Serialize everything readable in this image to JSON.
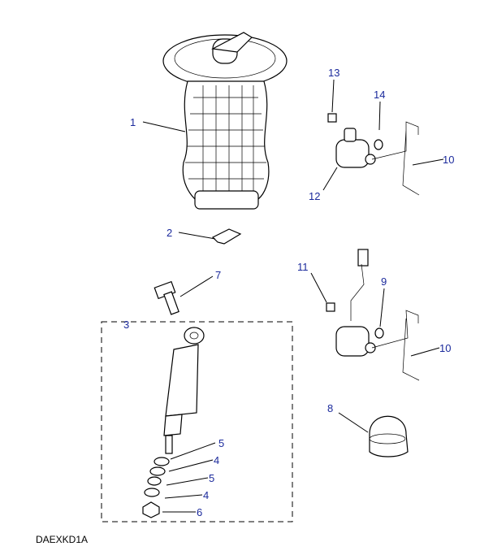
{
  "diagram_code": "DAEXKD1A",
  "callouts": [
    {
      "id": "1",
      "label": "1"
    },
    {
      "id": "13",
      "label": "13"
    },
    {
      "id": "14",
      "label": "14"
    },
    {
      "id": "10a",
      "label": "10"
    },
    {
      "id": "12",
      "label": "12"
    },
    {
      "id": "2",
      "label": "2"
    },
    {
      "id": "7",
      "label": "7"
    },
    {
      "id": "11",
      "label": "11"
    },
    {
      "id": "9",
      "label": "9"
    },
    {
      "id": "3",
      "label": "3"
    },
    {
      "id": "10b",
      "label": "10"
    },
    {
      "id": "8",
      "label": "8"
    },
    {
      "id": "5a",
      "label": "5"
    },
    {
      "id": "4a",
      "label": "4"
    },
    {
      "id": "5b",
      "label": "5"
    },
    {
      "id": "4b",
      "label": "4"
    },
    {
      "id": "6",
      "label": "6"
    }
  ]
}
